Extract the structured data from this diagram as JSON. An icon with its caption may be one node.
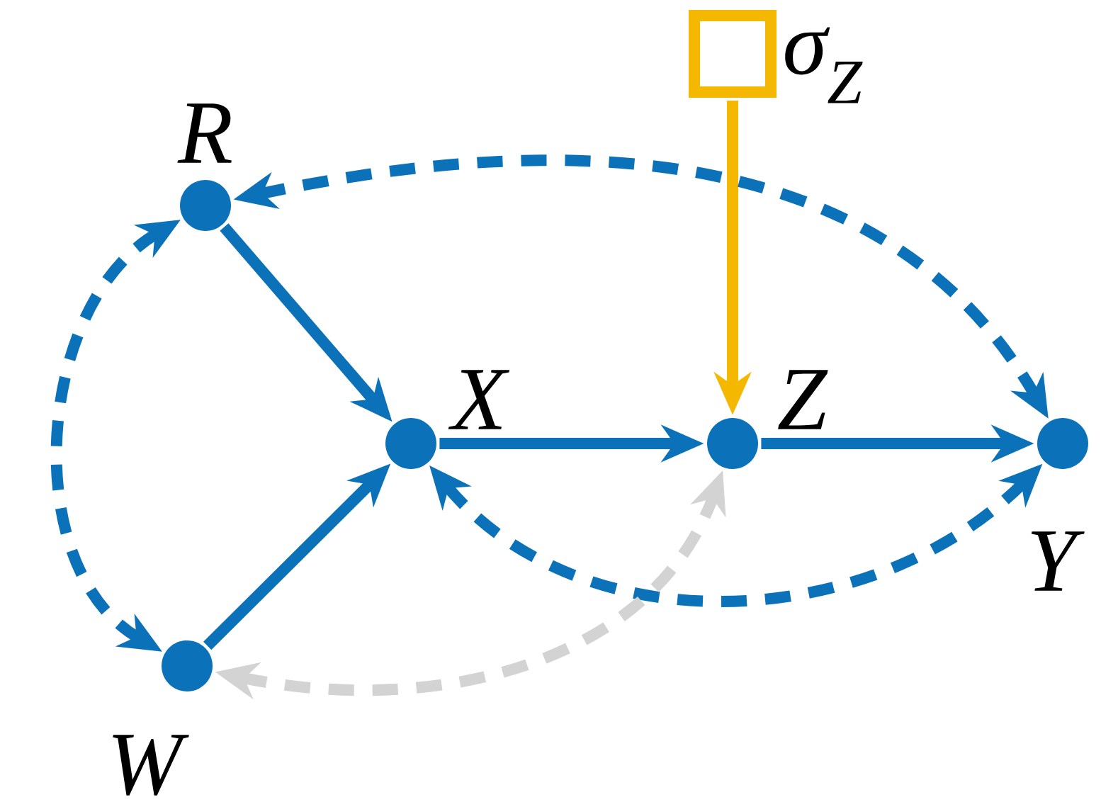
{
  "diagram": {
    "nodes": [
      {
        "text": [],
        "shape": "box",
        "beside": [
          "σ$_{Z}$"
        ]
      },
      {
        "text": [],
        "shape": "circle",
        "beside": [
          "R"
        ]
      },
      {
        "text": [],
        "shape": "circle",
        "beside": [
          "X"
        ]
      },
      {
        "text": [],
        "shape": "circle",
        "beside": [
          "Z"
        ]
      },
      {
        "text": [],
        "shape": "circle",
        "beside": [
          "Y"
        ]
      },
      {
        "text": [],
        "shape": "circle",
        "beside": [
          "W"
        ]
      }
    ],
    "edges": [
      {
        "from": 0,
        "to": 3,
        "arrow": "to",
        "color": "#f5b800"
      },
      {
        "from": 1,
        "to": 2,
        "arrow": "to"
      },
      {
        "from": 5,
        "to": 2,
        "arrow": "to"
      },
      {
        "from": 2,
        "to": 3,
        "arrow": "to"
      },
      {
        "from": 3,
        "to": 4,
        "arrow": "to"
      },
      {
        "from": 1,
        "to": 4,
        "arrow": "both",
        "style": "dashed"
      },
      {
        "from": 1,
        "to": 5,
        "arrow": "both",
        "style": "dashed"
      },
      {
        "from": 2,
        "to": 4,
        "arrow": "both",
        "style": "dashed"
      },
      {
        "from": 5,
        "to": 3,
        "arrow": "both",
        "style": "dashed",
        "color": "#d3d3d3"
      }
    ]
  }
}
